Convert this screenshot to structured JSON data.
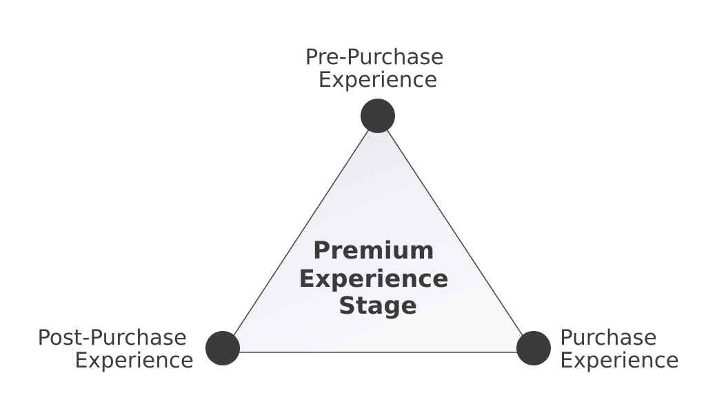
{
  "diagram": {
    "center": {
      "line1": "Premium",
      "line2": "Experience",
      "line3": "Stage"
    },
    "nodes": {
      "top": {
        "line1": "Pre-Purchase",
        "line2": "Experience"
      },
      "left": {
        "line1": "Post-Purchase",
        "line2": "Experience"
      },
      "right": {
        "line1": "Purchase",
        "line2": "Experience"
      }
    },
    "colors": {
      "node": "#3b3b3d",
      "text": "#3d3d3f",
      "triangle_fill_light": "#ffffff",
      "triangle_fill_dark": "#e6e7ec",
      "outline": "#4a4a4c"
    }
  }
}
